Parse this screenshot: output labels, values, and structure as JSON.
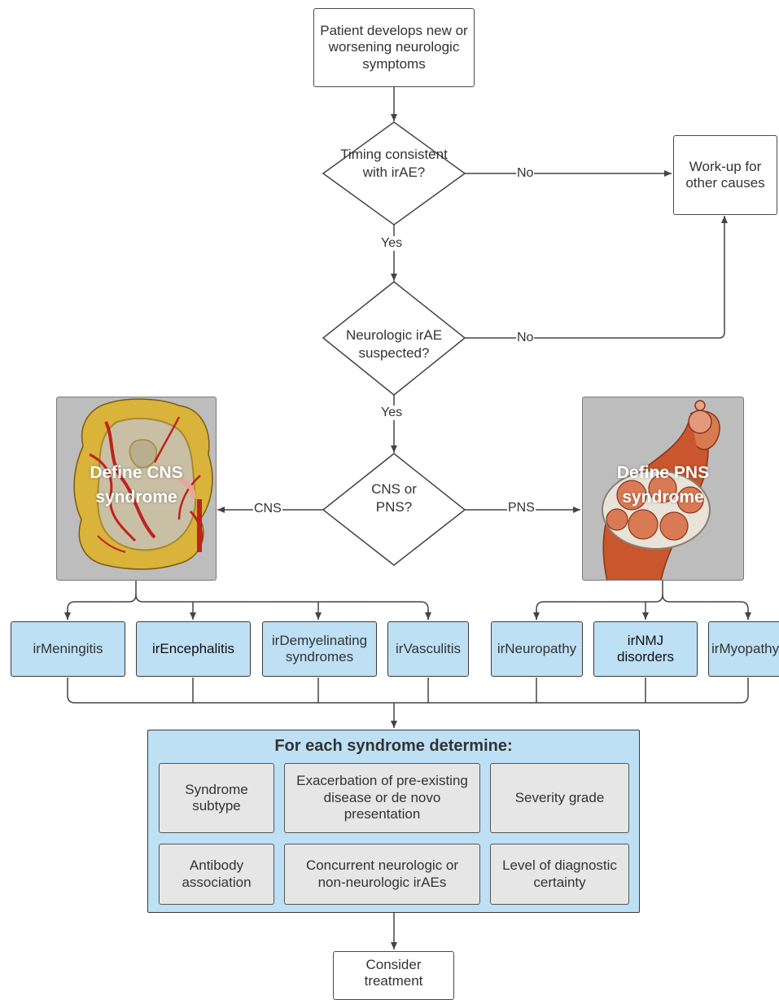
{
  "nodes": {
    "start": "Patient develops new or worsening neurologic symptoms",
    "timing": "Timing consistent with irAE?",
    "workup": "Work-up for other causes",
    "suspected": "Neurologic irAE suspected?",
    "cns_pns": "CNS or PNS?",
    "define_cns": "Define CNS syndrome",
    "define_pns": "Define PNS syndrome",
    "treatment": "Consider treatment"
  },
  "edges": {
    "no1": "No",
    "no2": "No",
    "yes1": "Yes",
    "yes2": "Yes",
    "cns": "CNS",
    "pns": "PNS"
  },
  "syndromes": [
    "irMeningitis",
    "irEncephalitis",
    "irDemyelinating syndromes",
    "irVasculitis",
    "irNeuropathy",
    "irNMJ disorders",
    "irMyopathy"
  ],
  "panel": {
    "title": "For each syndrome determine:",
    "items": [
      "Syndrome subtype",
      "Exacerbation of pre-existing disease or de novo presentation",
      "Severity grade",
      "Antibody association",
      "Concurrent neurologic or non-neurologic irAEs",
      "Level of diagnostic certainty"
    ]
  },
  "colors": {
    "syndrome_fill": "#bde0f5",
    "item_fill": "#e6e6e6",
    "line": "#444444",
    "brain_gold": "#d9b33a",
    "vessel_red": "#c0221e",
    "muscle_orange": "#c9562c"
  }
}
